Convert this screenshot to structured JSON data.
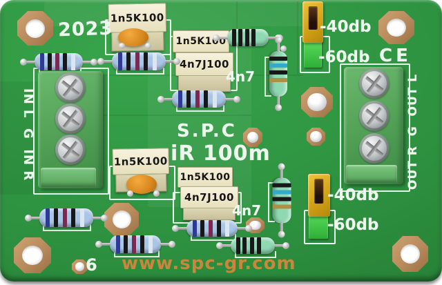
{
  "board": {
    "year": "2023",
    "brand": "S.P.C",
    "model": "iR 100m",
    "website": "www.spc-gr.com",
    "ce_mark": "CE",
    "rev_number": "6",
    "input_label": "IN L  G  IN R",
    "output_label": "OUT R  G  OUT L"
  },
  "labels": {
    "film_cap_1n5": "1n5K100",
    "film_cap_4n7": "4n7J100",
    "cap_silk_4n7": "4n7",
    "att_40db": "-40db",
    "att_60db": "-60db"
  },
  "colors": {
    "board-green": "#2d9140",
    "silk-white": "#eef7ee",
    "silk-orange": "#c9873b",
    "cap-cream": "#e7e0bd",
    "ceramic-orange": "#d8871e",
    "resistor-blue": "#a9c6e6",
    "resistor-mint": "#8ed8b2",
    "terminal-green": "#509f55",
    "jumper-yellow": "#d0a015",
    "header-green": "#3cc146",
    "copper-pad": "#b78a5c"
  }
}
